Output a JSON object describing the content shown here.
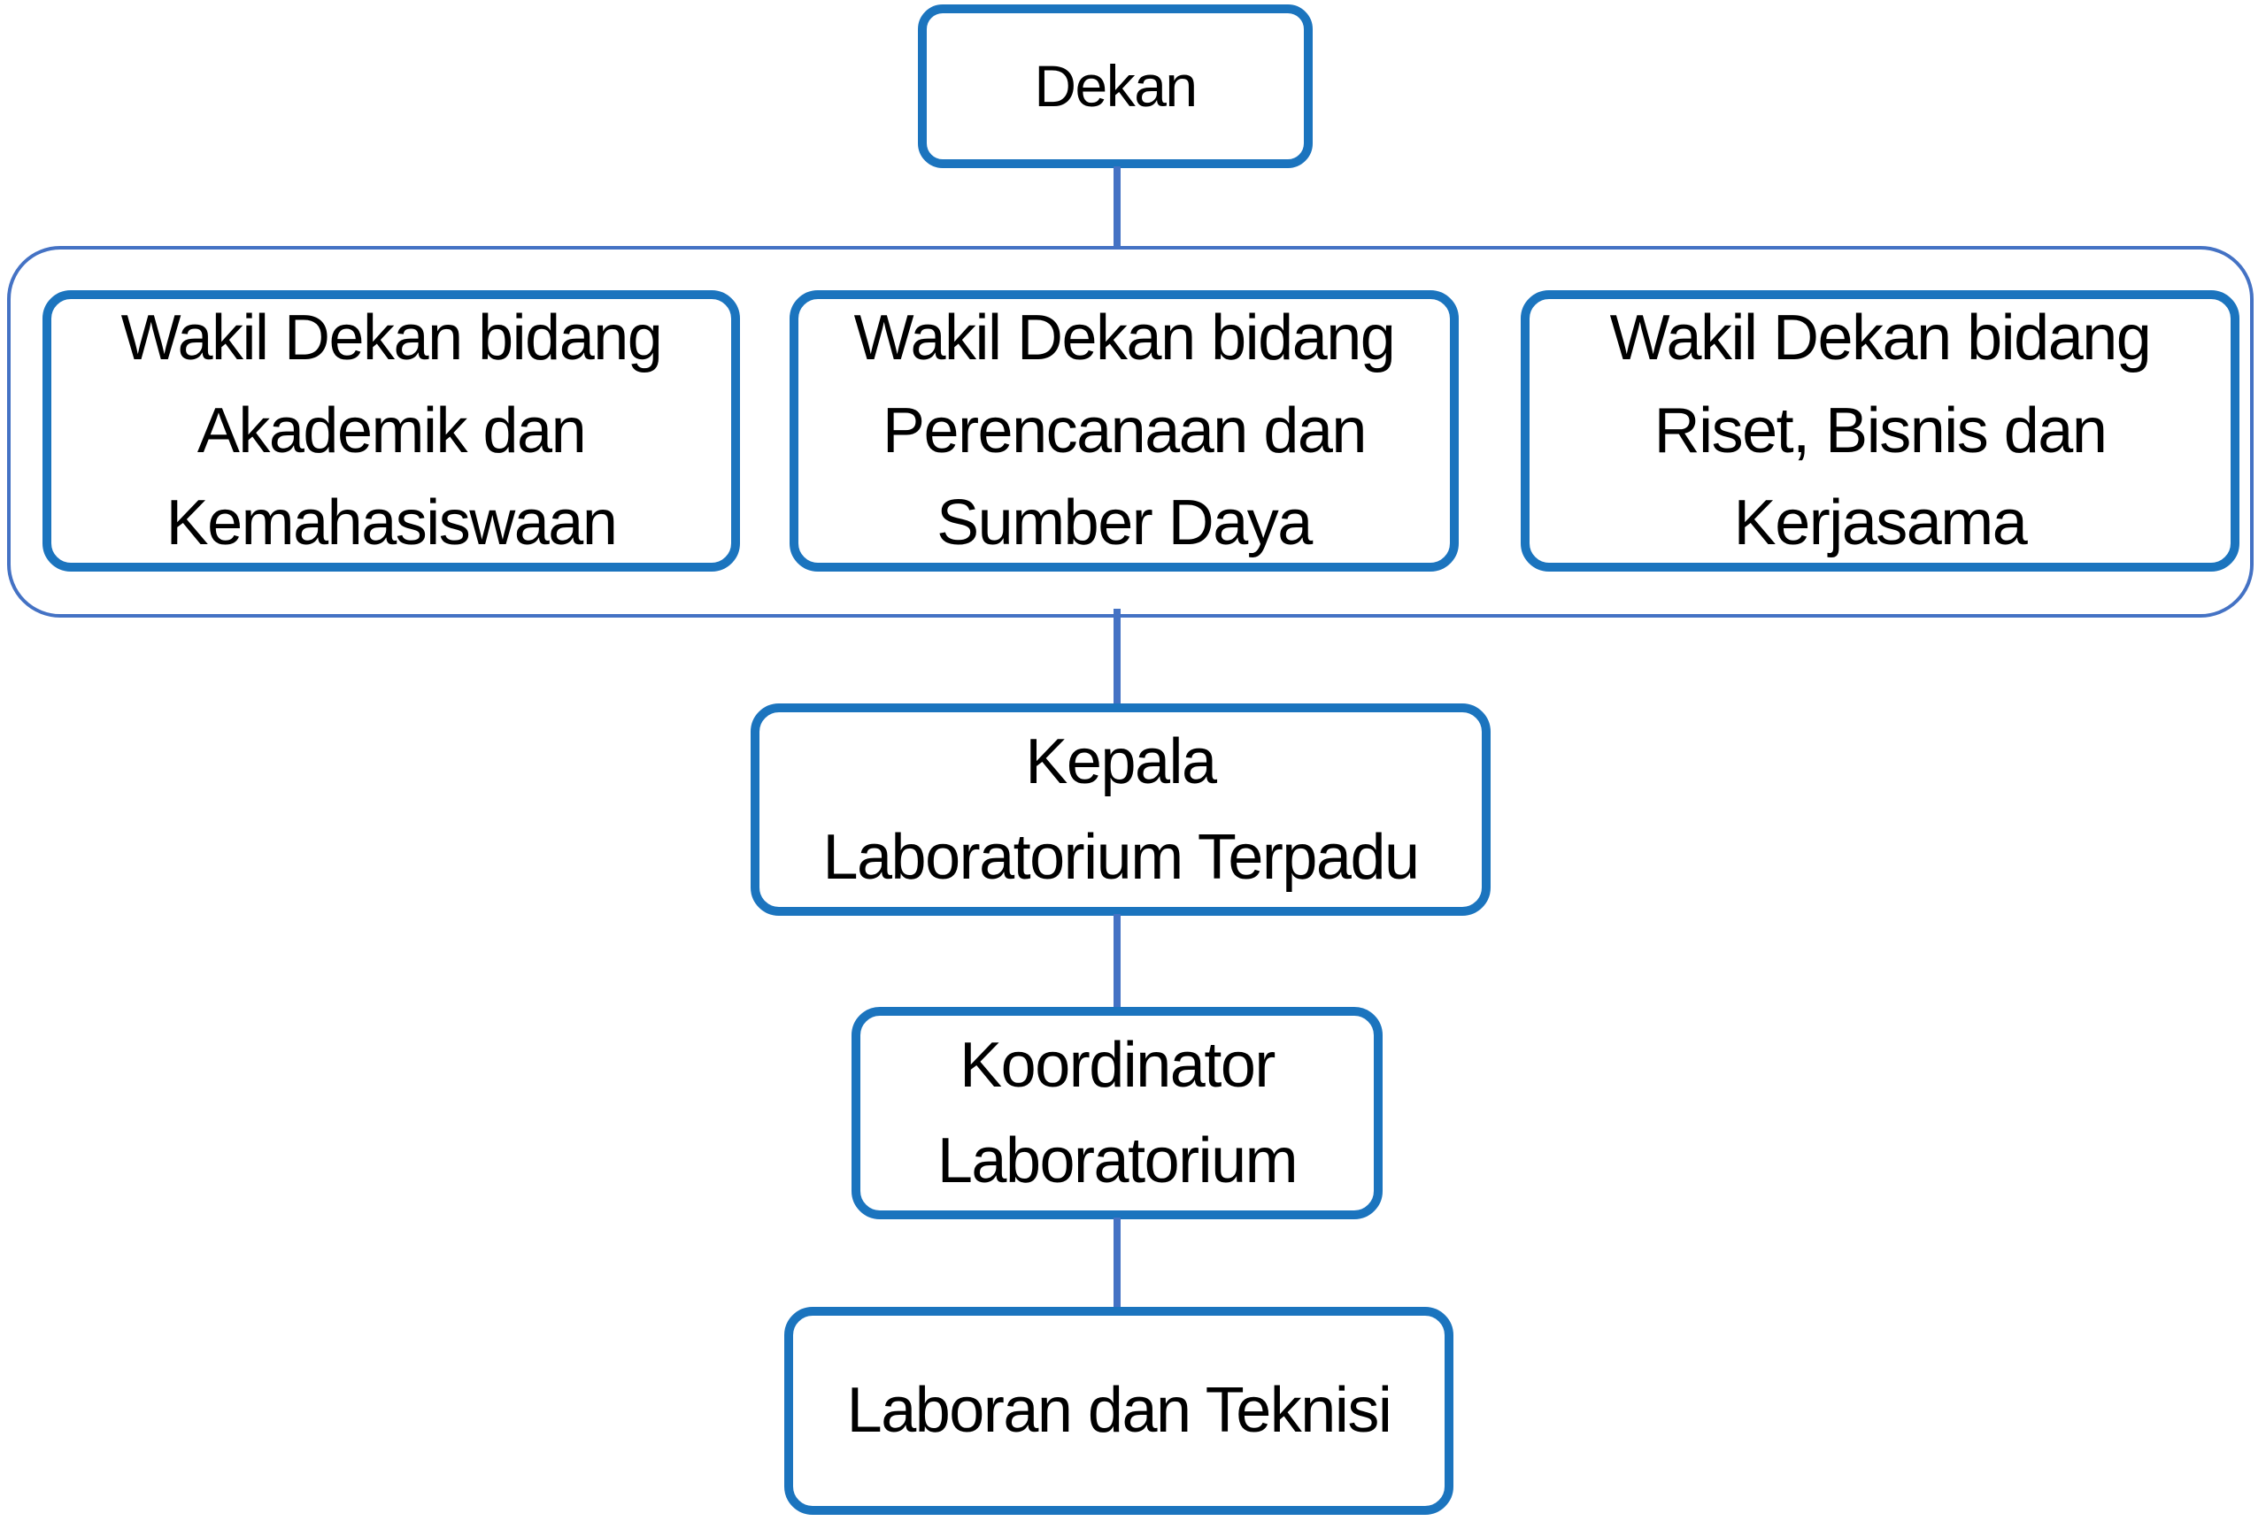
{
  "colors": {
    "box_border": "#1B74BE",
    "container_border": "#4472C4",
    "connector": "#4472C4",
    "text": "#000000",
    "background": "#FFFFFF"
  },
  "nodes": {
    "dekan": {
      "label": "Dekan"
    },
    "wakil_akademik": {
      "line1": "Wakil Dekan bidang",
      "line2": "Akademik dan",
      "line3": "Kemahasiswaan"
    },
    "wakil_perencanaan": {
      "line1": "Wakil Dekan bidang",
      "line2": "Perencanaan dan",
      "line3": "Sumber Daya"
    },
    "wakil_riset": {
      "line1": "Wakil Dekan bidang",
      "line2": "Riset, Bisnis dan",
      "line3": "Kerjasama"
    },
    "kepala_lab": {
      "line1": "Kepala",
      "line2": "Laboratorium Terpadu"
    },
    "koordinator_lab": {
      "line1": "Koordinator",
      "line2": "Laboratorium"
    },
    "laboran": {
      "label": "Laboran dan Teknisi"
    }
  },
  "edges": [
    {
      "from": "dekan",
      "to": "wakil-dekan-group"
    },
    {
      "from": "wakil-dekan-group",
      "to": "kepala_lab"
    },
    {
      "from": "kepala_lab",
      "to": "koordinator_lab"
    },
    {
      "from": "koordinator_lab",
      "to": "laboran"
    }
  ]
}
